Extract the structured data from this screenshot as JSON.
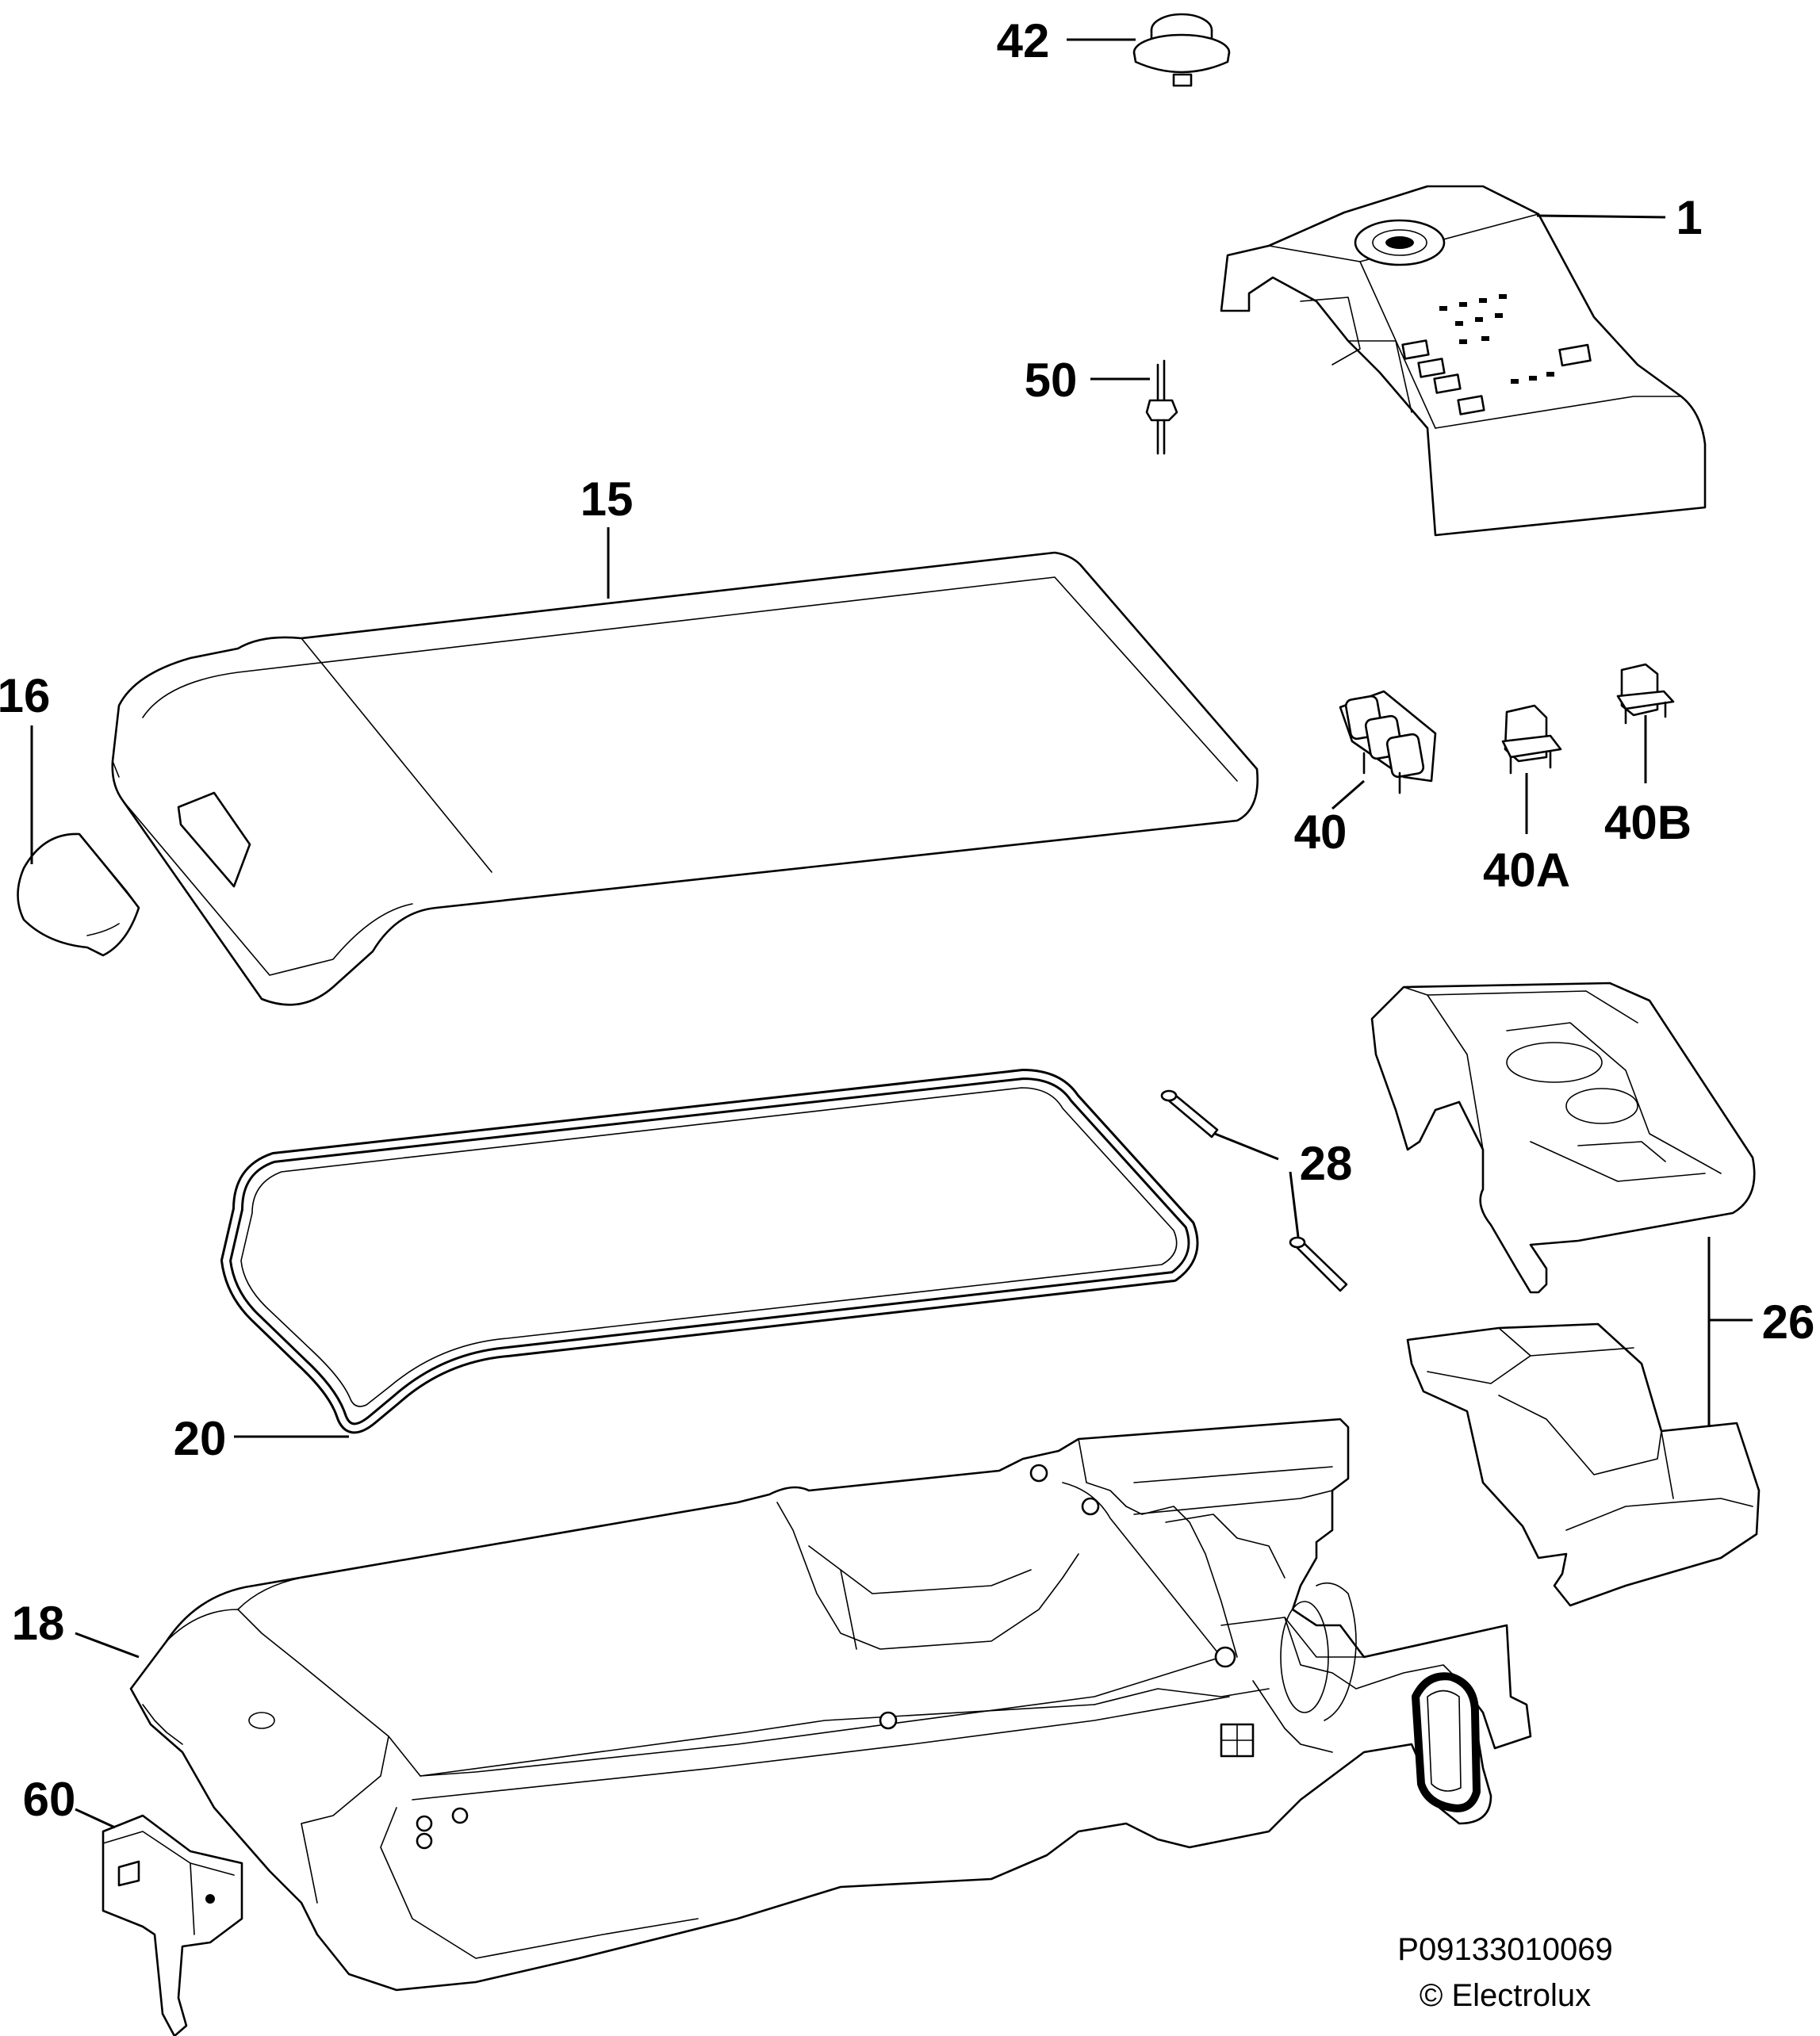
{
  "diagram": {
    "callouts": {
      "c42": "42",
      "c1": "1",
      "c50": "50",
      "c15": "15",
      "c16": "16",
      "c40": "40",
      "c40A": "40A",
      "c40B": "40B",
      "c28": "28",
      "c26": "26",
      "c20": "20",
      "c18": "18",
      "c60": "60"
    },
    "footer": {
      "code": "P09133010069",
      "copyright": "© Electrolux"
    }
  }
}
